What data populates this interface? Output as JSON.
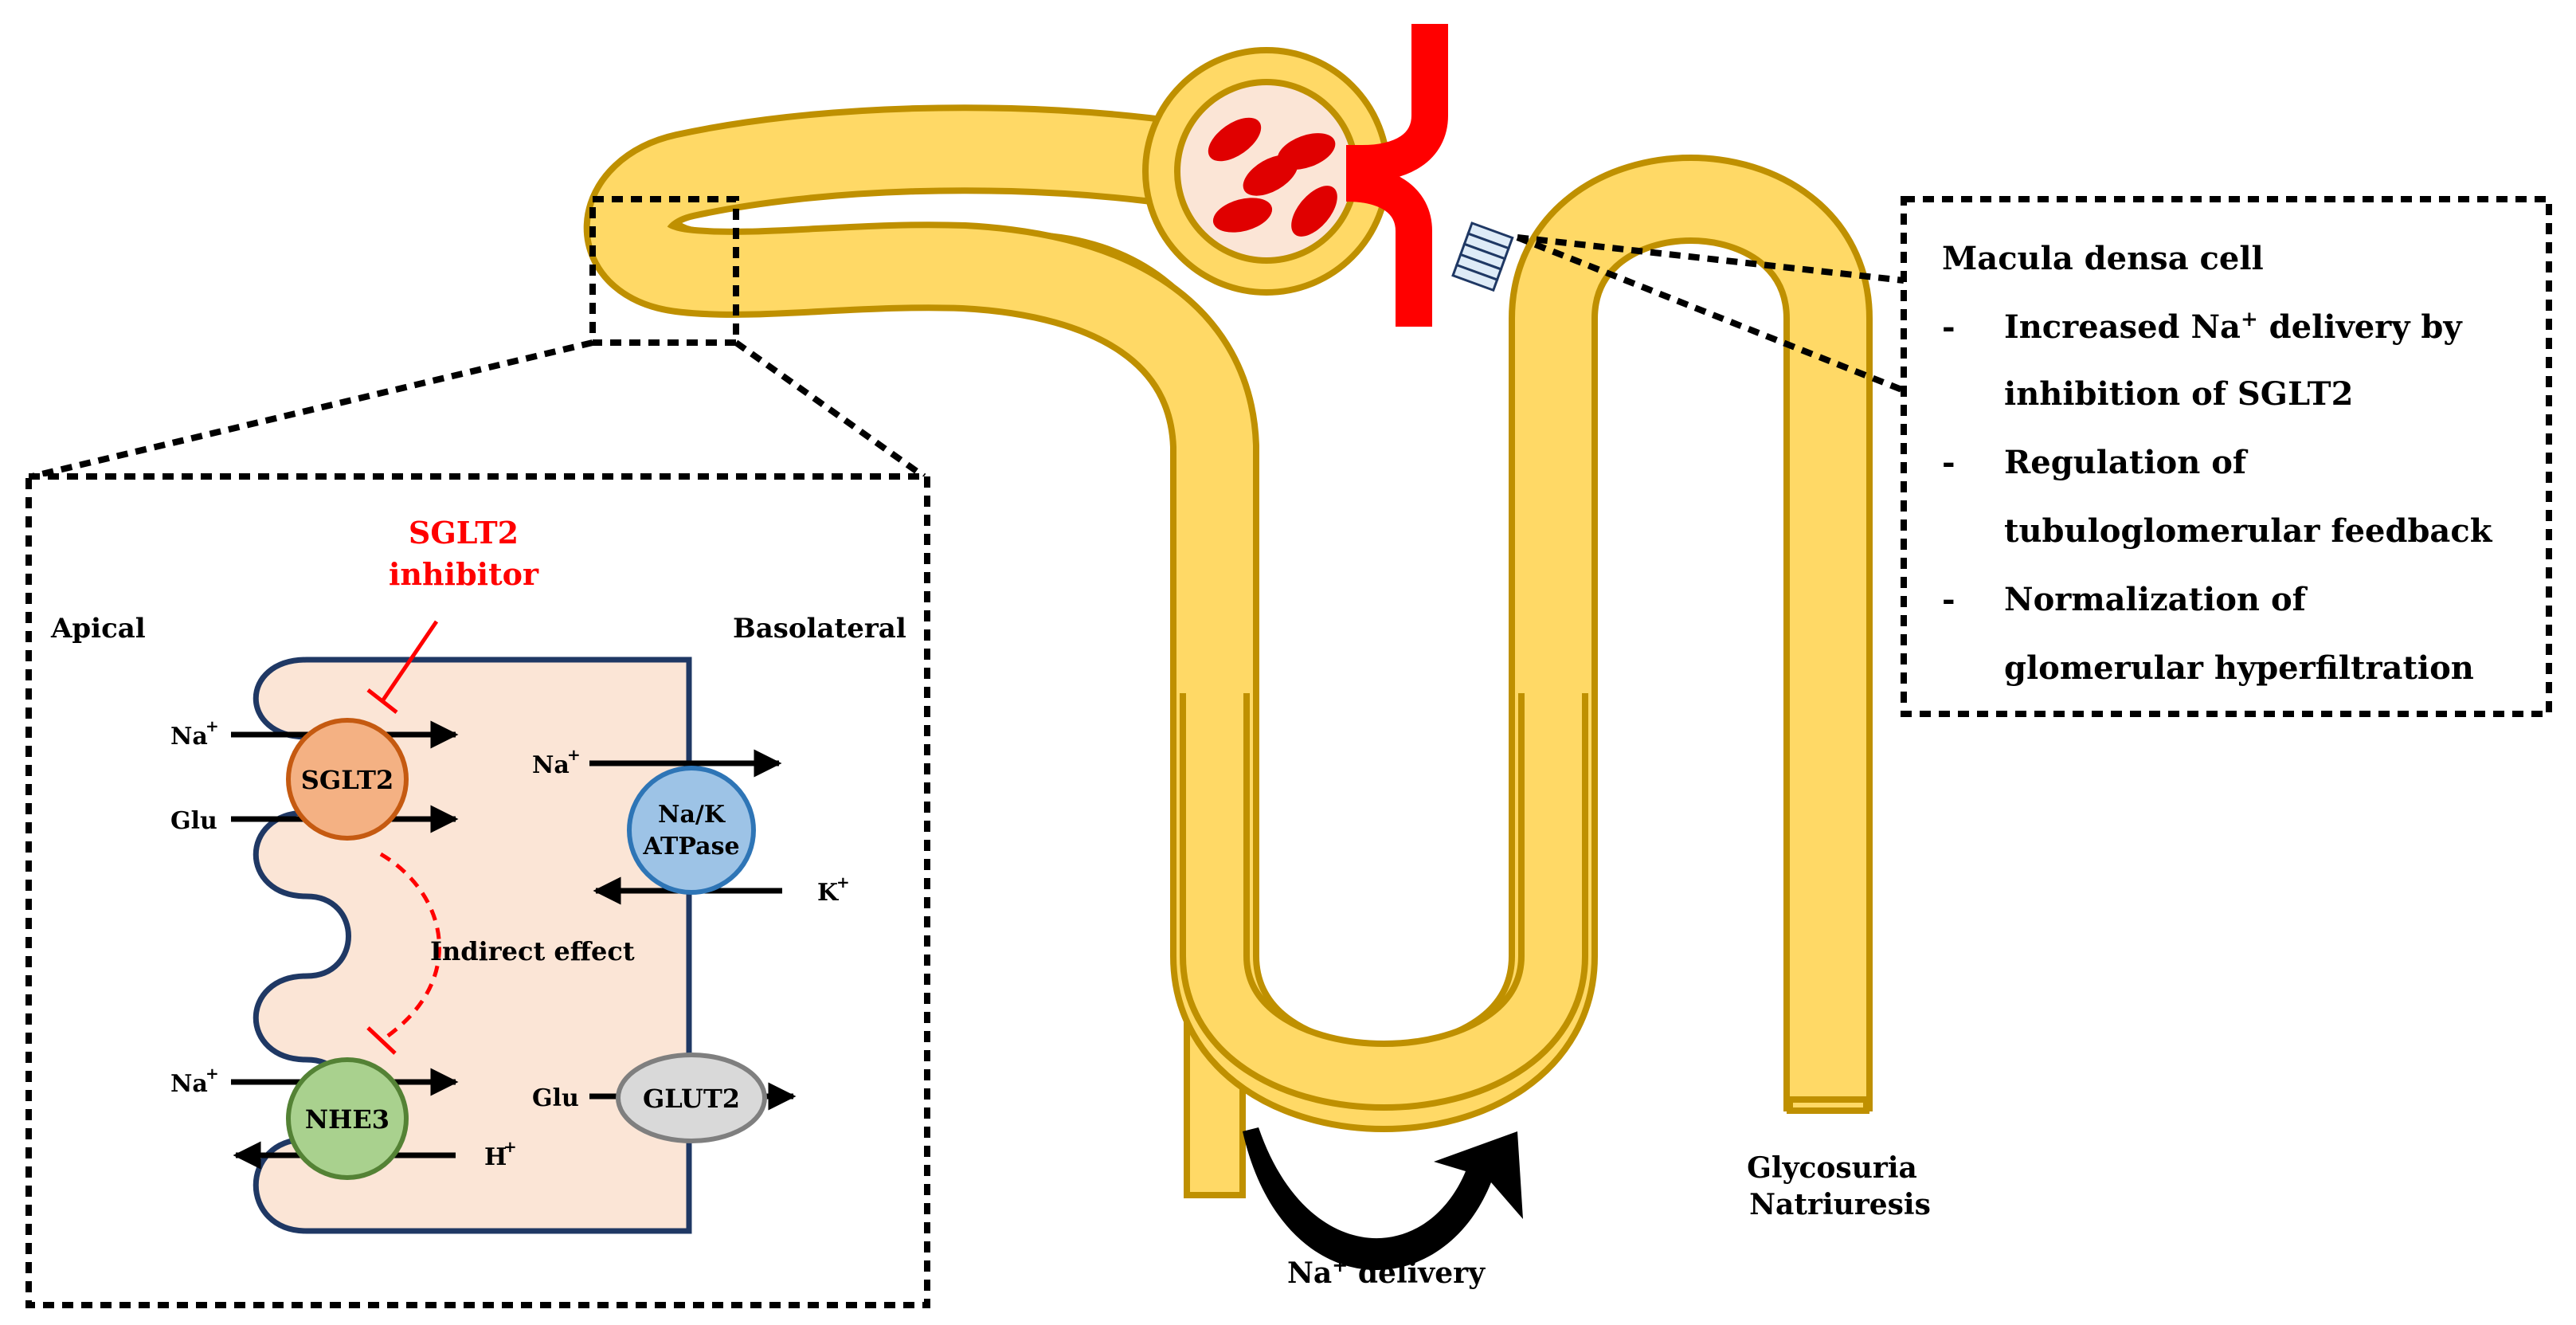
{
  "inset": {
    "apical": "Apical",
    "basolateral": "Basolateral",
    "inhibitor_line1": "SGLT2",
    "inhibitor_line2": "inhibitor",
    "sglt2": "SGLT2",
    "nak_line1": "Na/K",
    "nak_line2": "ATPase",
    "nhe3": "NHE3",
    "glut2": "GLUT2",
    "indirect_effect": "Indirect effect",
    "na_sglt2": "Na",
    "glu_sglt2": "Glu",
    "na_nak": "Na",
    "k_nak": "K",
    "na_nhe3": "Na",
    "h_nhe3": "H",
    "glu_glut2": "Glu",
    "plus_sign": "+"
  },
  "macula_densa": {
    "title": "Macula densa cell",
    "dash": "-",
    "bullet1_line1_pre": "Increased Na",
    "bullet1_line1_sup": "+",
    "bullet1_line1_post": " delivery by",
    "bullet1_line2": "inhibition of SGLT2",
    "bullet2_line1": "Regulation of",
    "bullet2_line2": "tubuloglomerular feedback",
    "bullet3_line1": "Normalization of",
    "bullet3_line2": "glomerular hyperfiltration"
  },
  "bottom": {
    "glycosuria": "Glycosuria",
    "natriuresis": "Natriuresis",
    "na_delivery": "Na",
    "na_delivery_sup": "+",
    "na_delivery_post": " delivery"
  },
  "colors": {
    "tubule_fill": "#FFD966",
    "tubule_stroke": "#BF9000",
    "vessel": "#FF0000",
    "rbc": "#E00000",
    "capsule_inner": "#FBE5D6",
    "cell_fill": "#FBE5D6",
    "membrane": "#1F3864",
    "sglt2_fill": "#F4B183",
    "sglt2_stroke": "#C55A11",
    "nak_fill": "#9DC3E6",
    "nak_stroke": "#2E75B6",
    "nhe3_fill": "#A9D18E",
    "nhe3_stroke": "#548235",
    "glut2_fill": "#D9D9D9",
    "glut2_stroke": "#7F7F7F",
    "inhibitor": "#FF0000"
  }
}
